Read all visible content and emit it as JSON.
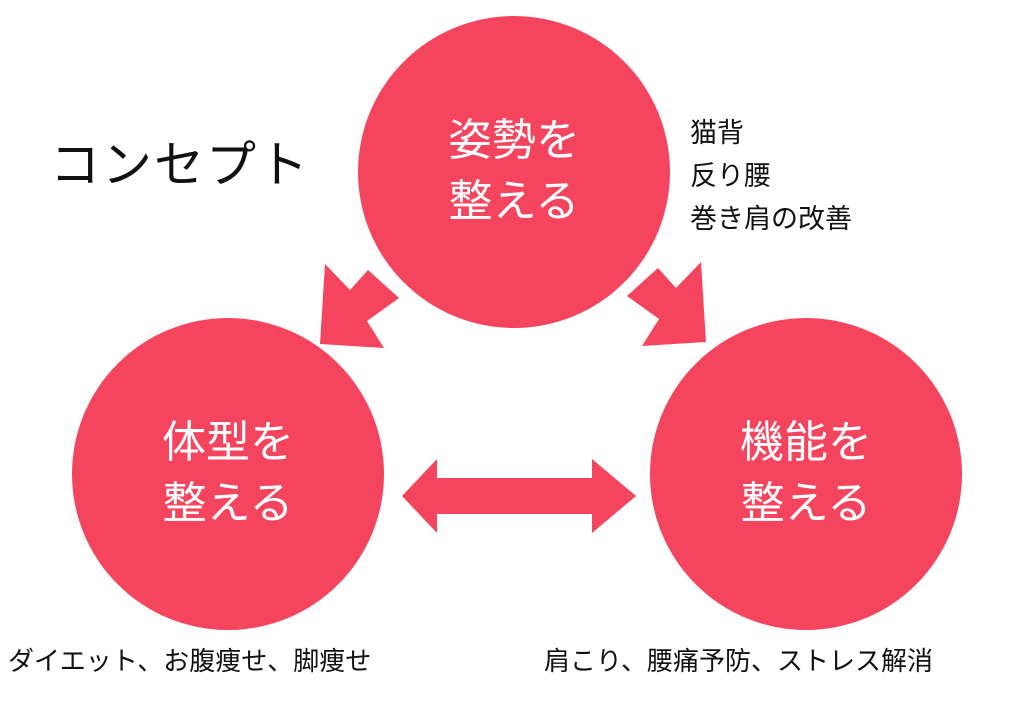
{
  "title": "コンセプト",
  "colors": {
    "circle": "#f5445d",
    "arrow": "#f5445d",
    "circle_text": "#ffffff",
    "text": "#111111"
  },
  "circles": {
    "posture": {
      "line1": "姿勢を",
      "line2": "整える"
    },
    "body": {
      "line1": "体型を",
      "line2": "整える"
    },
    "function": {
      "line1": "機能を",
      "line2": "整える"
    }
  },
  "posture_notes": [
    "猫背",
    "反り腰",
    "巻き肩の改善"
  ],
  "captions": {
    "body": "ダイエット、お腹痩せ、脚痩せ",
    "function": "肩こり、腰痛予防、ストレス解消"
  }
}
